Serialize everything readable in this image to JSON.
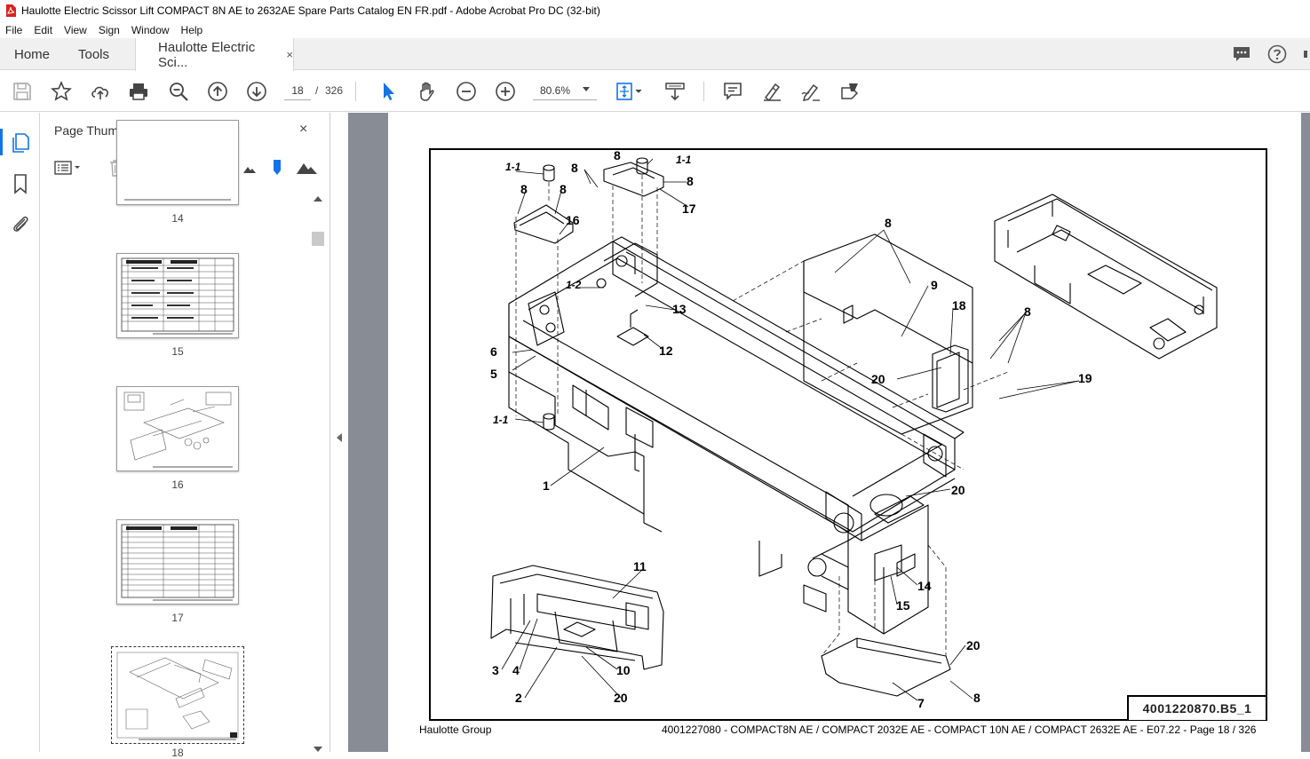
{
  "window": {
    "title": "Haulotte Electric Scissor Lift COMPACT 8N AE to 2632AE Spare Parts Catalog EN FR.pdf - Adobe Acrobat Pro DC (32-bit)"
  },
  "menu": [
    "File",
    "Edit",
    "View",
    "Sign",
    "Window",
    "Help"
  ],
  "tabs": {
    "home": "Home",
    "tools": "Tools",
    "document": "Haulotte Electric Sci...",
    "close": "×"
  },
  "toolbar": {
    "current_page": "18",
    "page_separator": "/",
    "total_pages": "326",
    "zoom": "80.6%"
  },
  "thumbnails": {
    "title": "Page Thumbnails",
    "close": "×",
    "pages": [
      "14",
      "15",
      "16",
      "17",
      "18"
    ],
    "selected_page": "18"
  },
  "document": {
    "drawing_code": "4001220870.B5_1",
    "footer_left": "Haulotte Group",
    "footer_right": "4001227080 - COMPACT8N AE / COMPACT 2032E AE - COMPACT 10N AE / COMPACT 2632E AE - E07.22 - Page 18 / 326",
    "callouts": [
      "1-1",
      "8",
      "8",
      "8",
      "1-1",
      "8",
      "8",
      "16",
      "17",
      "8",
      "9",
      "18",
      "8",
      "1-2",
      "13",
      "12",
      "6",
      "5",
      "20",
      "19",
      "1-1",
      "1",
      "20",
      "11",
      "14",
      "15",
      "3",
      "4",
      "10",
      "2",
      "20",
      "20",
      "7",
      "8"
    ]
  },
  "colors": {
    "accent": "#1473e6",
    "doc_background": "#888c94",
    "tab_bar": "#f0f0f0"
  }
}
